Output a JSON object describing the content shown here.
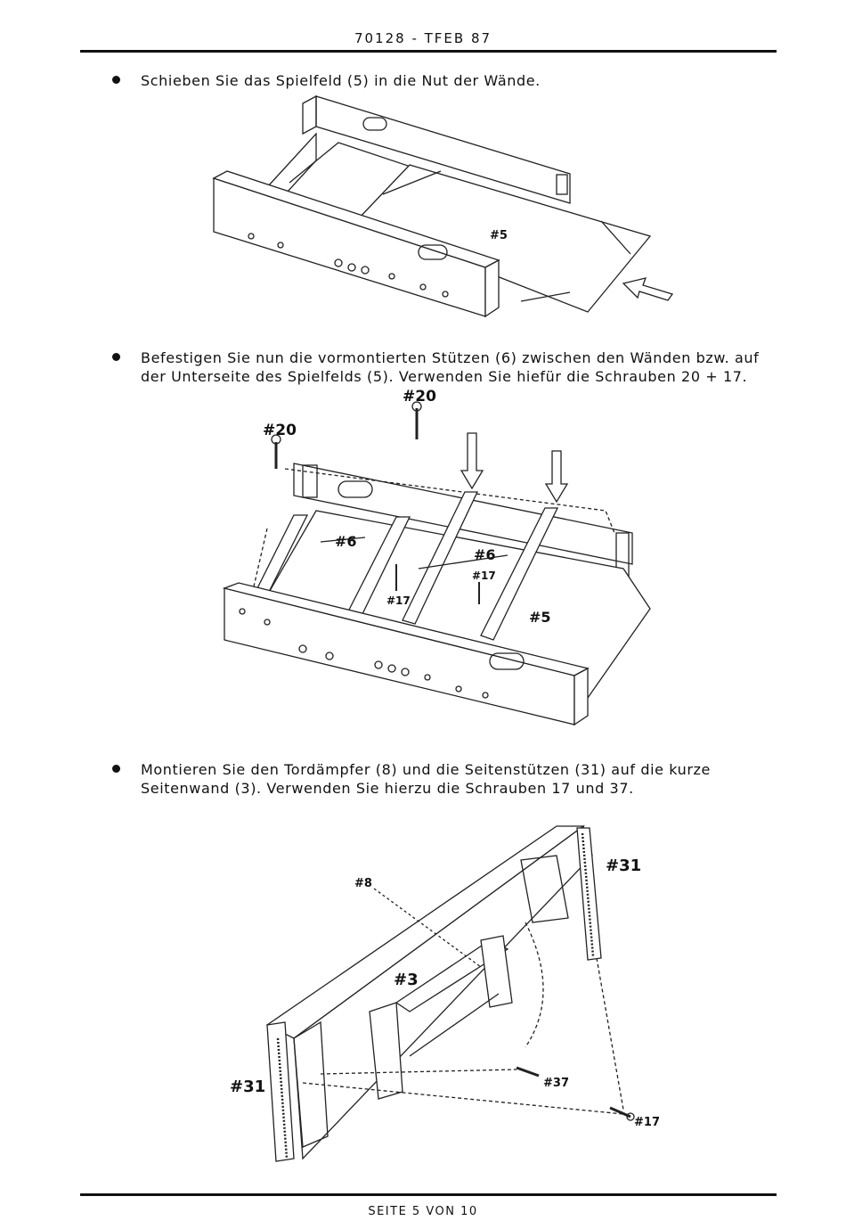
{
  "header": {
    "doc_code": "70128 - TFEB 87"
  },
  "steps": [
    {
      "text": "Schieben Sie das Spielfeld (5) in die Nut der Wände."
    },
    {
      "text": "Befestigen Sie nun die vormontierten Stützen (6) zwischen den Wänden bzw. auf der Unterseite des Spielfelds (5). Verwenden Sie hiefür die Schrauben 20 + 17."
    },
    {
      "text": "Montieren Sie den Tordämpfer (8) und die Seitenstützen (31) auf die kurze Seitenwand (3). Verwenden Sie hierzu die Schrauben 17 und 37."
    }
  ],
  "figures": {
    "fig1": {
      "label_5": "#5"
    },
    "fig2": {
      "label_20a": "#20",
      "label_20b": "#20",
      "label_6a": "#6",
      "label_6b": "#6",
      "label_17a": "#17",
      "label_17b": "#17",
      "label_5": "#5"
    },
    "fig3": {
      "label_31a": "#31",
      "label_31b": "#31",
      "label_8": "#8",
      "label_3": "#3",
      "label_37": "#37",
      "label_17": "#17"
    }
  },
  "footer": {
    "page": "SEITE 5 VON 10"
  }
}
